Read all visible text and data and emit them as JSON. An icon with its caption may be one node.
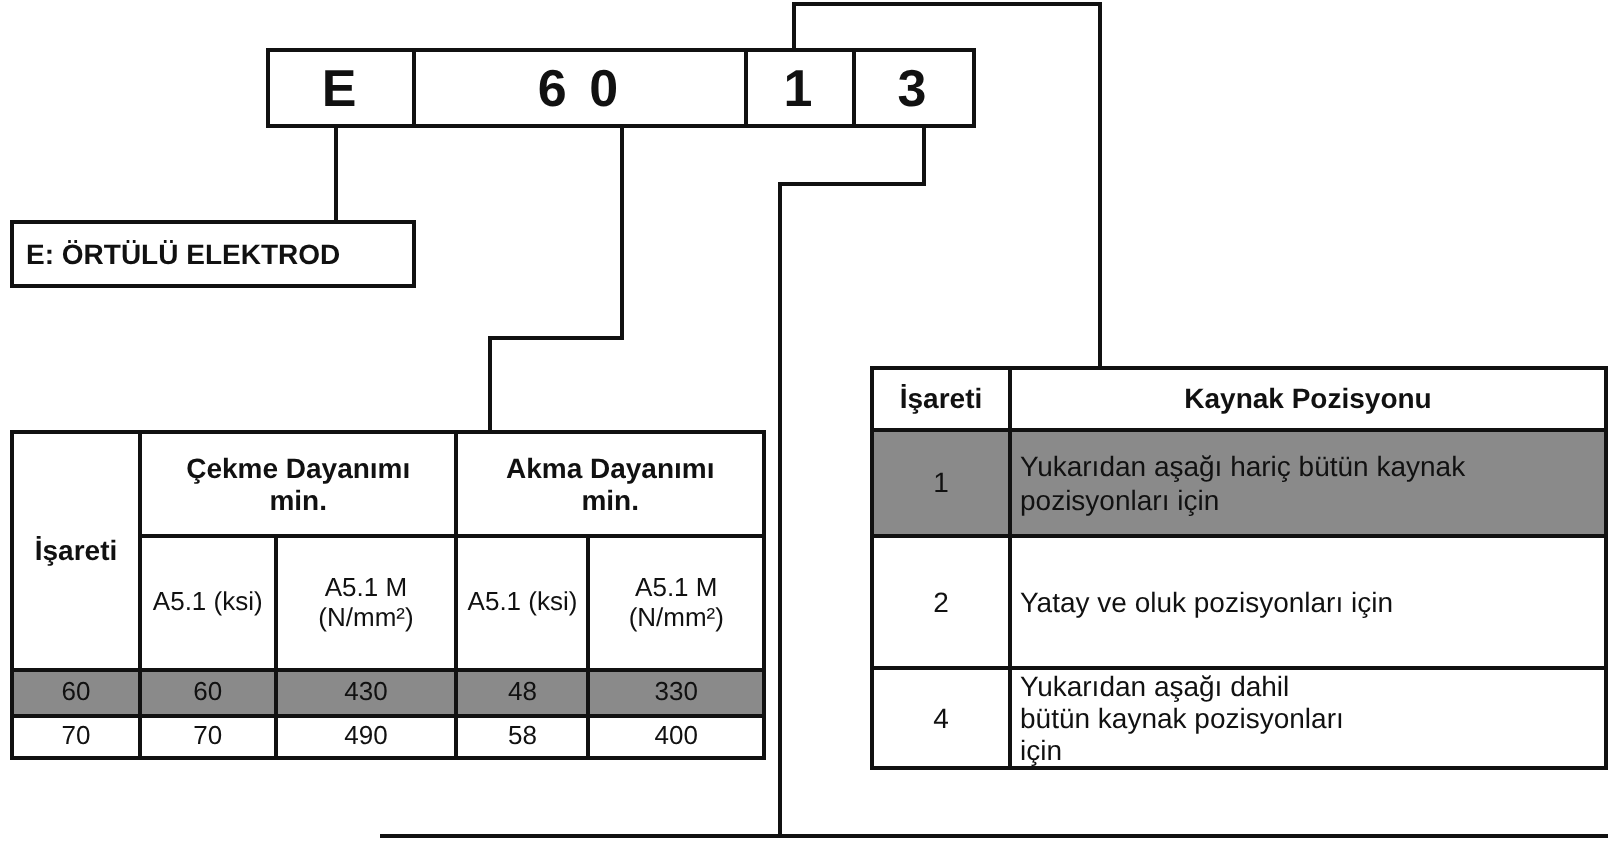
{
  "diagram": {
    "nodes": [
      {
        "text": [
          "E"
        ]
      },
      {
        "text": [
          "6 0"
        ]
      },
      {
        "text": [
          "1"
        ]
      },
      {
        "text": [
          "3"
        ]
      },
      {
        "text": [
          "E: ÖRTÜLÜ ELEKTROD"
        ]
      },
      {
        "text": [],
        "shape": "table"
      },
      {
        "text": [],
        "shape": "table"
      }
    ],
    "edges": [
      {
        "from": 0,
        "to": 4,
        "arrow": "none"
      },
      {
        "from": 1,
        "to": 5,
        "arrow": "none"
      },
      {
        "from": 2,
        "to": 6,
        "arrow": "none"
      },
      {
        "from": 3,
        "to": null,
        "arrow": "none"
      }
    ],
    "labels": [
      "İşareti",
      "Çekme Dayanımı min.",
      "Akma Dayanımı min.",
      "A5.1 (ksi)",
      "A5.1 M (N/mm²)",
      "A5.1 (ksi)",
      "A5.1 M (N/mm²)",
      "60",
      "60",
      "430",
      "48",
      "330",
      "70",
      "70",
      "490",
      "58",
      "400",
      "İşareti",
      "Kaynak Pozisyonu",
      "1",
      "Yukarıdan aşağı hariç bütün kaynak pozisyonları için",
      "2",
      "Yatay ve oluk pozisyonları için",
      "4",
      "Yukarıdan aşağı dahil bütün kaynak pozisyonları için"
    ]
  }
}
